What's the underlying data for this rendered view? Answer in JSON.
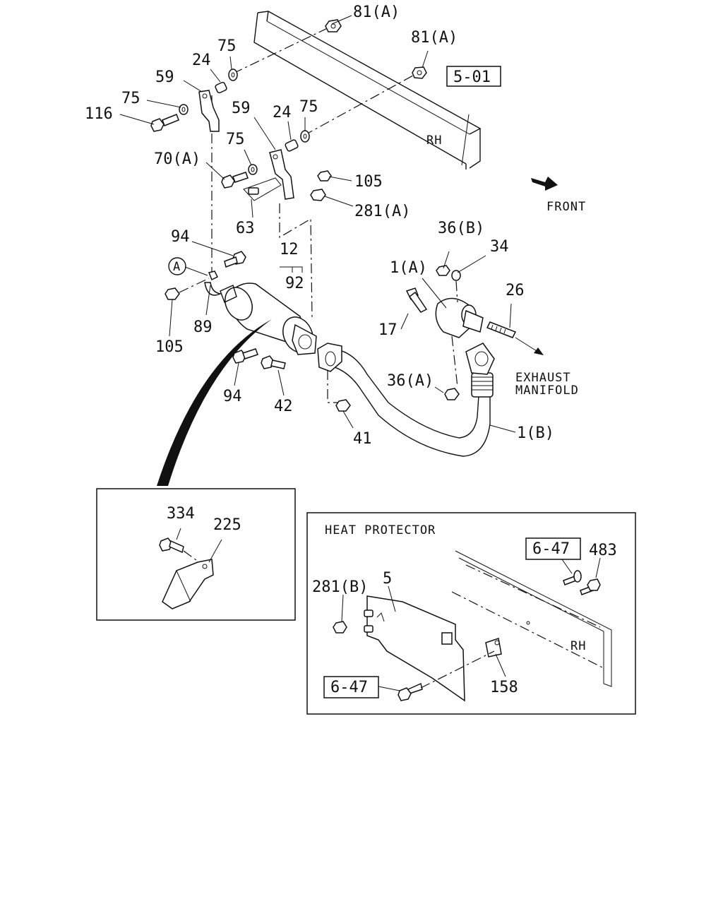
{
  "labels": {
    "p81a_top": "81(A)",
    "p81a_right": "81(A)",
    "ref_501": "5-01",
    "p75_a": "75",
    "p24_a": "24",
    "p59_a": "59",
    "p75_b": "75",
    "p116": "116",
    "p59_b": "59",
    "p24_b": "24",
    "p75_c": "75",
    "p75_d": "75",
    "rh_top": "RH",
    "p70a": "70(A)",
    "p105_top": "105",
    "p281a": "281(A)",
    "front": "FRONT",
    "p63": "63",
    "p36b": "36(B)",
    "p34": "34",
    "p94_top": "94",
    "p12": "12",
    "p1a": "1(A)",
    "p26": "26",
    "circle_a": "A",
    "p92": "92",
    "p17": "17",
    "p89": "89",
    "p105_bottom": "105",
    "exhaust_line1": "EXHAUST",
    "exhaust_line2": "MANIFOLD",
    "p36a": "36(A)",
    "p94_bottom": "94",
    "p42": "42",
    "p41": "41",
    "p1b": "1(B)",
    "p334": "334",
    "p225": "225",
    "heat_protector": "HEAT PROTECTOR",
    "ref_647_top": "6-47",
    "p483": "483",
    "p281b": "281(B)",
    "p5": "5",
    "rh_bottom": "RH",
    "ref_647_bottom": "6-47",
    "p158": "158"
  }
}
